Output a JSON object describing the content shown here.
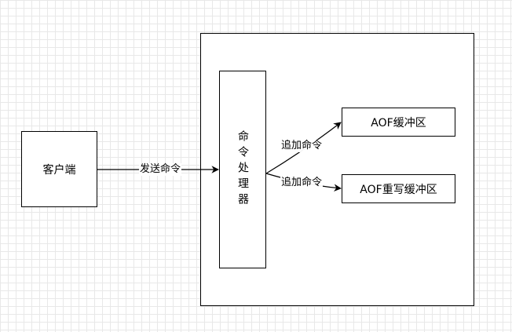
{
  "nodes": {
    "client": "客户端",
    "processor": "命令处理器",
    "aof_buffer": "AOF缓冲区",
    "aof_rewrite_buffer": "AOF重写缓冲区"
  },
  "edges": {
    "send_command": "发送命令",
    "append_command_1": "追加命令",
    "append_command_2": "追加命令"
  }
}
